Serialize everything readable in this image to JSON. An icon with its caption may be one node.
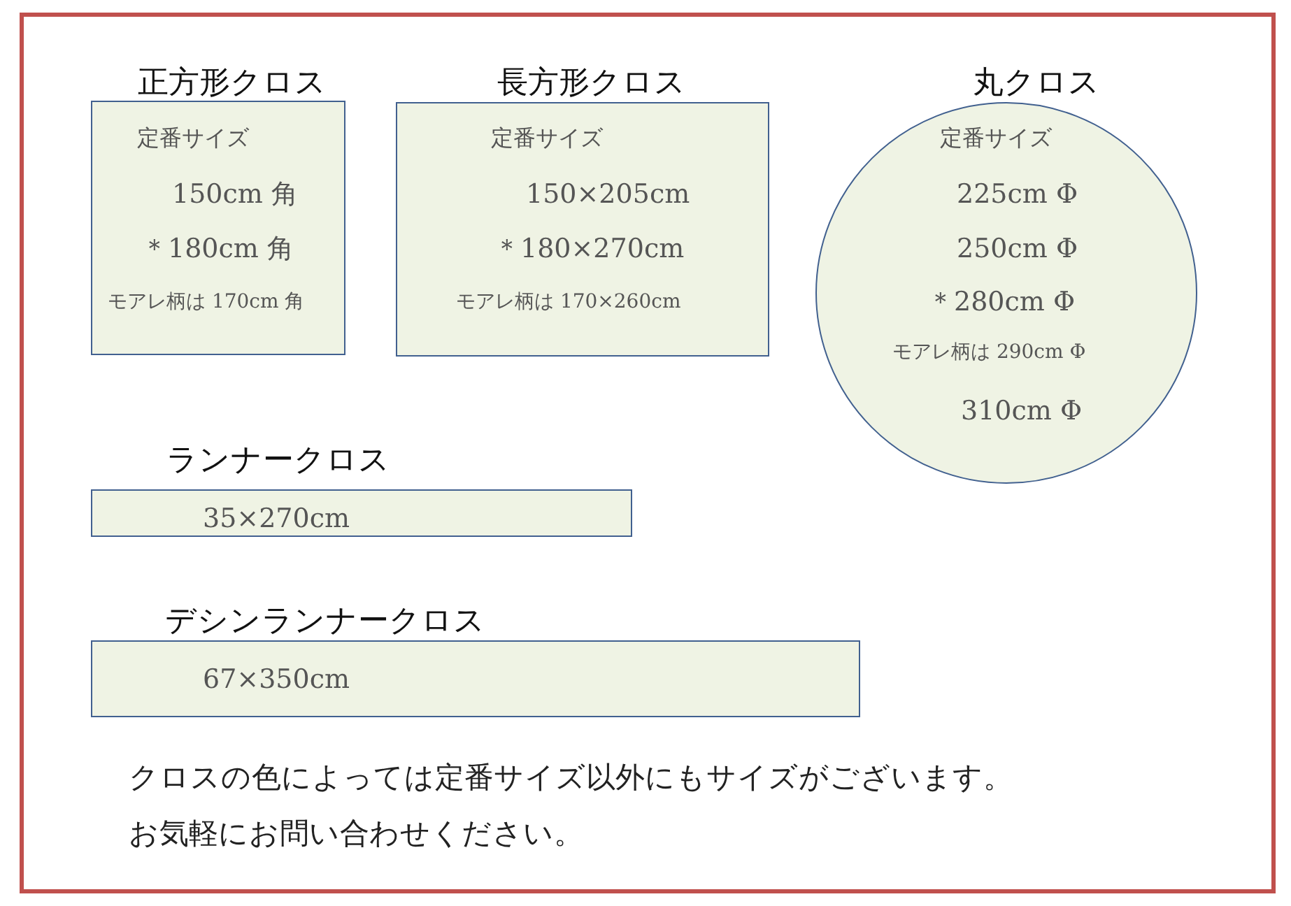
{
  "diagram": {
    "nodes": [
      {
        "text": [
          "正方形クロス",
          "定番サイズ",
          "150cm 角",
          "＊180cm 角",
          "モアレ柄は 170cm 角"
        ]
      },
      {
        "text": [
          "長方形クロス",
          "定番サイズ",
          "150×205cm",
          "＊180×270cm",
          "モアレ柄は 170×260cm"
        ]
      },
      {
        "text": [
          "丸クロス",
          "定番サイズ",
          "225cm Φ",
          "250cm Φ",
          "＊280cm Φ",
          "モアレ柄は 290cm Φ",
          "310cm Φ"
        ]
      },
      {
        "text": [
          "ランナークロス",
          "35×270cm"
        ]
      },
      {
        "text": [
          "デシンランナークロス",
          "67×350cm"
        ]
      }
    ],
    "labels": [
      "クロスの色によっては定番サイズ以外にもサイズがございます。",
      "お気軽にお問い合わせください。"
    ]
  }
}
